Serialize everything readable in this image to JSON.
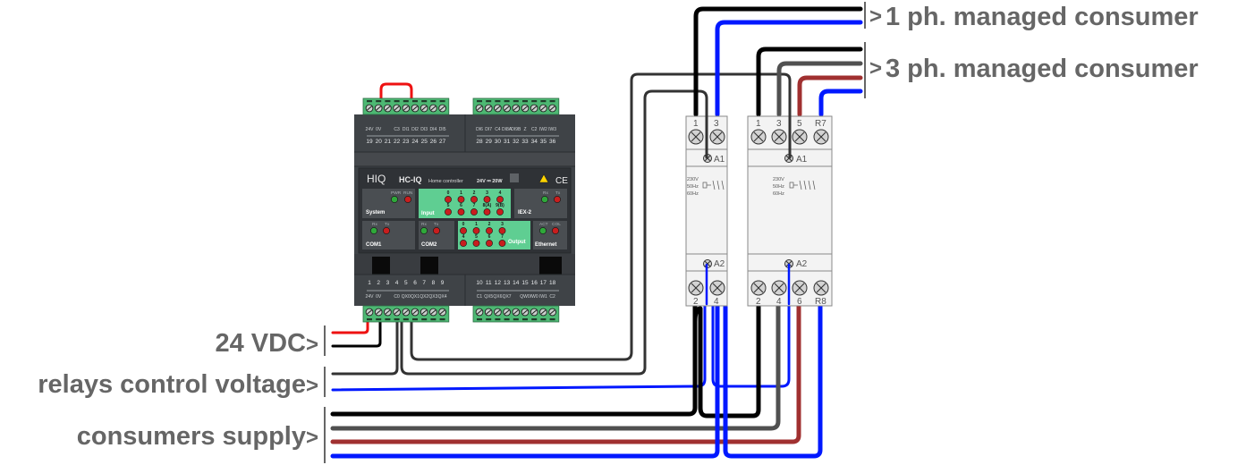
{
  "labels": {
    "supply_24vdc": "24 VDC",
    "relays_control": "relays control voltage",
    "consumers_supply": "consumers supply",
    "consumer_1ph": "1 ph. managed consumer",
    "consumer_3ph": "3 ph. managed consumer",
    "arrow": ">"
  },
  "controller": {
    "brand": "HIQ",
    "model": "HC-IQ",
    "subtitle": "Home controller",
    "rating": "24V ⎓ 20W",
    "ce_mark": "CE",
    "warning_icon": "warning-triangle",
    "top_left_terminals": [
      "19",
      "20",
      "21",
      "22",
      "23",
      "24",
      "25",
      "26",
      "27"
    ],
    "top_left_signals": [
      "24V",
      "0V",
      "",
      "C3",
      "DI1",
      "DI2",
      "DI3",
      "DI4",
      "DI5"
    ],
    "top_right_terminals": [
      "28",
      "29",
      "30",
      "31",
      "32",
      "33",
      "34",
      "35",
      "36"
    ],
    "top_right_signals": [
      "DI6",
      "DI7",
      "C4",
      "DI8A",
      "DI9B",
      "Z",
      "C2",
      "IW2",
      "IW3"
    ],
    "bottom_left_terminals": [
      "1",
      "2",
      "3",
      "4",
      "5",
      "6",
      "7",
      "8",
      "9"
    ],
    "bottom_left_signals": [
      "24V",
      "0V",
      "",
      "C0",
      "QX0",
      "QX1",
      "QX2",
      "QX3",
      "QX4"
    ],
    "bottom_right_terminals": [
      "10",
      "11",
      "12",
      "13",
      "14",
      "15",
      "16",
      "17",
      "18"
    ],
    "bottom_right_signals": [
      "C1",
      "QX5",
      "QX6",
      "QX7",
      "",
      "QW0",
      "IW0",
      "IW1",
      "C2"
    ],
    "panels": {
      "system": {
        "title": "System",
        "leds": [
          "PWR",
          "RUN"
        ]
      },
      "input": {
        "title": "Input",
        "leds_row1": [
          "0",
          "1",
          "2",
          "3",
          "4"
        ],
        "leds_row2": [
          "5",
          "6",
          "7",
          "8(A)",
          "9(B)"
        ]
      },
      "iex2": {
        "title": "IEX-2",
        "leds": [
          "Rx",
          "Tx"
        ]
      },
      "com1": {
        "title": "COM1",
        "leds": [
          "Rx",
          "Tx"
        ]
      },
      "com2": {
        "title": "COM2",
        "leds": [
          "Rx",
          "Tx"
        ]
      },
      "output": {
        "title": "Output",
        "leds_row1": [
          "0",
          "1",
          "2",
          "3"
        ],
        "leds_row2": [
          "4",
          "5",
          "6",
          "7"
        ]
      },
      "ethernet": {
        "title": "Ethernet",
        "leds": [
          "ACT",
          "COL"
        ]
      }
    }
  },
  "contactor_1": {
    "top_terminals": [
      "1",
      "3"
    ],
    "bottom_terminals": [
      "2",
      "4"
    ],
    "coil_top": "A1",
    "coil_bottom": "A2",
    "spec": [
      "230V",
      "50Hz",
      "60Hz"
    ]
  },
  "contactor_2": {
    "top_terminals": [
      "1",
      "3",
      "5",
      "R7"
    ],
    "bottom_terminals": [
      "2",
      "4",
      "6",
      "R8"
    ],
    "coil_top": "A1",
    "coil_bottom": "A2",
    "spec": [
      "230V",
      "50Hz",
      "60Hz"
    ]
  },
  "colors": {
    "wire_red": "#ee1111",
    "wire_black": "#000000",
    "wire_dark": "#333333",
    "wire_grey": "#505050",
    "wire_brown": "#a03030",
    "wire_blue": "#0018ff",
    "terminal_green": "#4db873",
    "module_body": "#3f4347",
    "led_red": "#c81e1e",
    "led_green": "#2fa83a",
    "label_grey": "#666666"
  }
}
